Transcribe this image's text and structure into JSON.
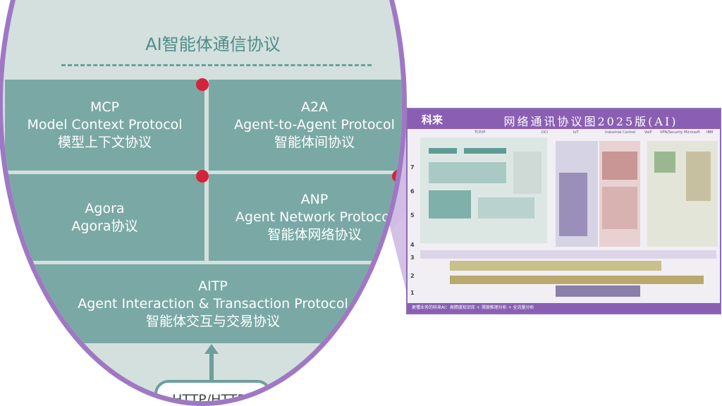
{
  "lens": {
    "group_title": "AI智能体通信协议",
    "cells": [
      {
        "name": "MCP",
        "full": "Model Context Protocol",
        "zh": "模型上下文协议"
      },
      {
        "name": "A2A",
        "full": "Agent-to-Agent Protocol",
        "zh": "智能体间协议"
      },
      {
        "name": "Agora",
        "full": "",
        "zh": "Agora协议"
      },
      {
        "name": "ANP",
        "full": "Agent Network Protocol",
        "zh": "智能体网络协议"
      },
      {
        "name": "AITP",
        "full": "Agent Interaction & Transaction Protocol",
        "zh": "智能体交互与交易协议"
      }
    ],
    "base": "HTTP/HTTPS"
  },
  "poster": {
    "brand": "科来",
    "title": "网络通讯协议图2025版(AI)",
    "sections": [
      "TCP/IP",
      "DCI",
      "IoT",
      "Industrial Control",
      "VoIP",
      "VPN/Security",
      "Microsoft",
      "IBM"
    ],
    "layers": [
      "7",
      "6",
      "5",
      "4",
      "3",
      "2",
      "1"
    ],
    "footer": "更懂业务的科来AI：高精度知识库 + 溯源推理分析 + 全流量分析"
  },
  "colors": {
    "purple_frame": "#9f78c4",
    "teal_cell": "#7aa9a5",
    "teal_line": "#6c9f9c",
    "red_dot": "#d4243b",
    "poster_header": "#8a5fb3"
  }
}
